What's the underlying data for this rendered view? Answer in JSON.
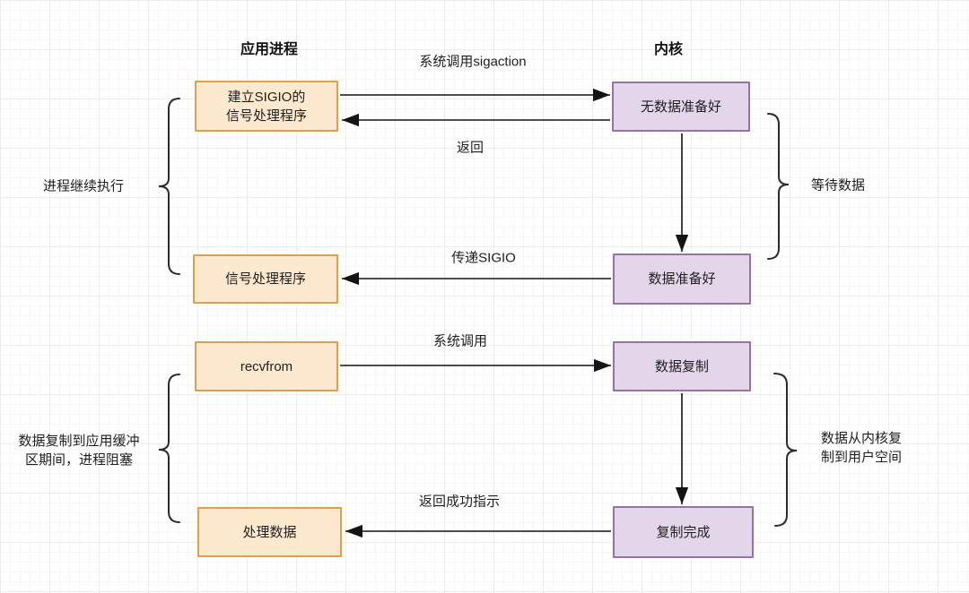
{
  "colors": {
    "orange_fill": "#FFE9CE",
    "orange_stroke": "#DCA149",
    "purple_fill": "#E3D6EA",
    "purple_stroke": "#9673A6",
    "line": "#141414",
    "brace": "#2b2b2b"
  },
  "headers": {
    "application": "应用进程",
    "kernel": "内核"
  },
  "boxes": {
    "setup_sigio": {
      "line1": "建立SIGIO的",
      "line2": "信号处理程序"
    },
    "no_data_ready": {
      "label": "无数据准备好"
    },
    "signal_handler": {
      "label": "信号处理程序"
    },
    "data_ready": {
      "label": "数据准备好"
    },
    "recvfrom": {
      "label": "recvfrom"
    },
    "data_copy": {
      "label": "数据复制"
    },
    "process_data": {
      "label": "处理数据"
    },
    "copy_complete": {
      "label": "复制完成"
    }
  },
  "edge_labels": {
    "syscall_sigaction": "系统调用sigaction",
    "return": "返回",
    "deliver_sigio": "传递SIGIO",
    "syscall": "系统调用",
    "return_success": "返回成功指示"
  },
  "brace_labels": {
    "process_continues": "进程继续执行",
    "wait_for_data": "等待数据",
    "copy_blocked_line1": "数据复制到应用缓冲",
    "copy_blocked_line2": "区期间，进程阻塞",
    "kernel_to_user_line1": "数据从内核复",
    "kernel_to_user_line2": "制到用户空间"
  }
}
